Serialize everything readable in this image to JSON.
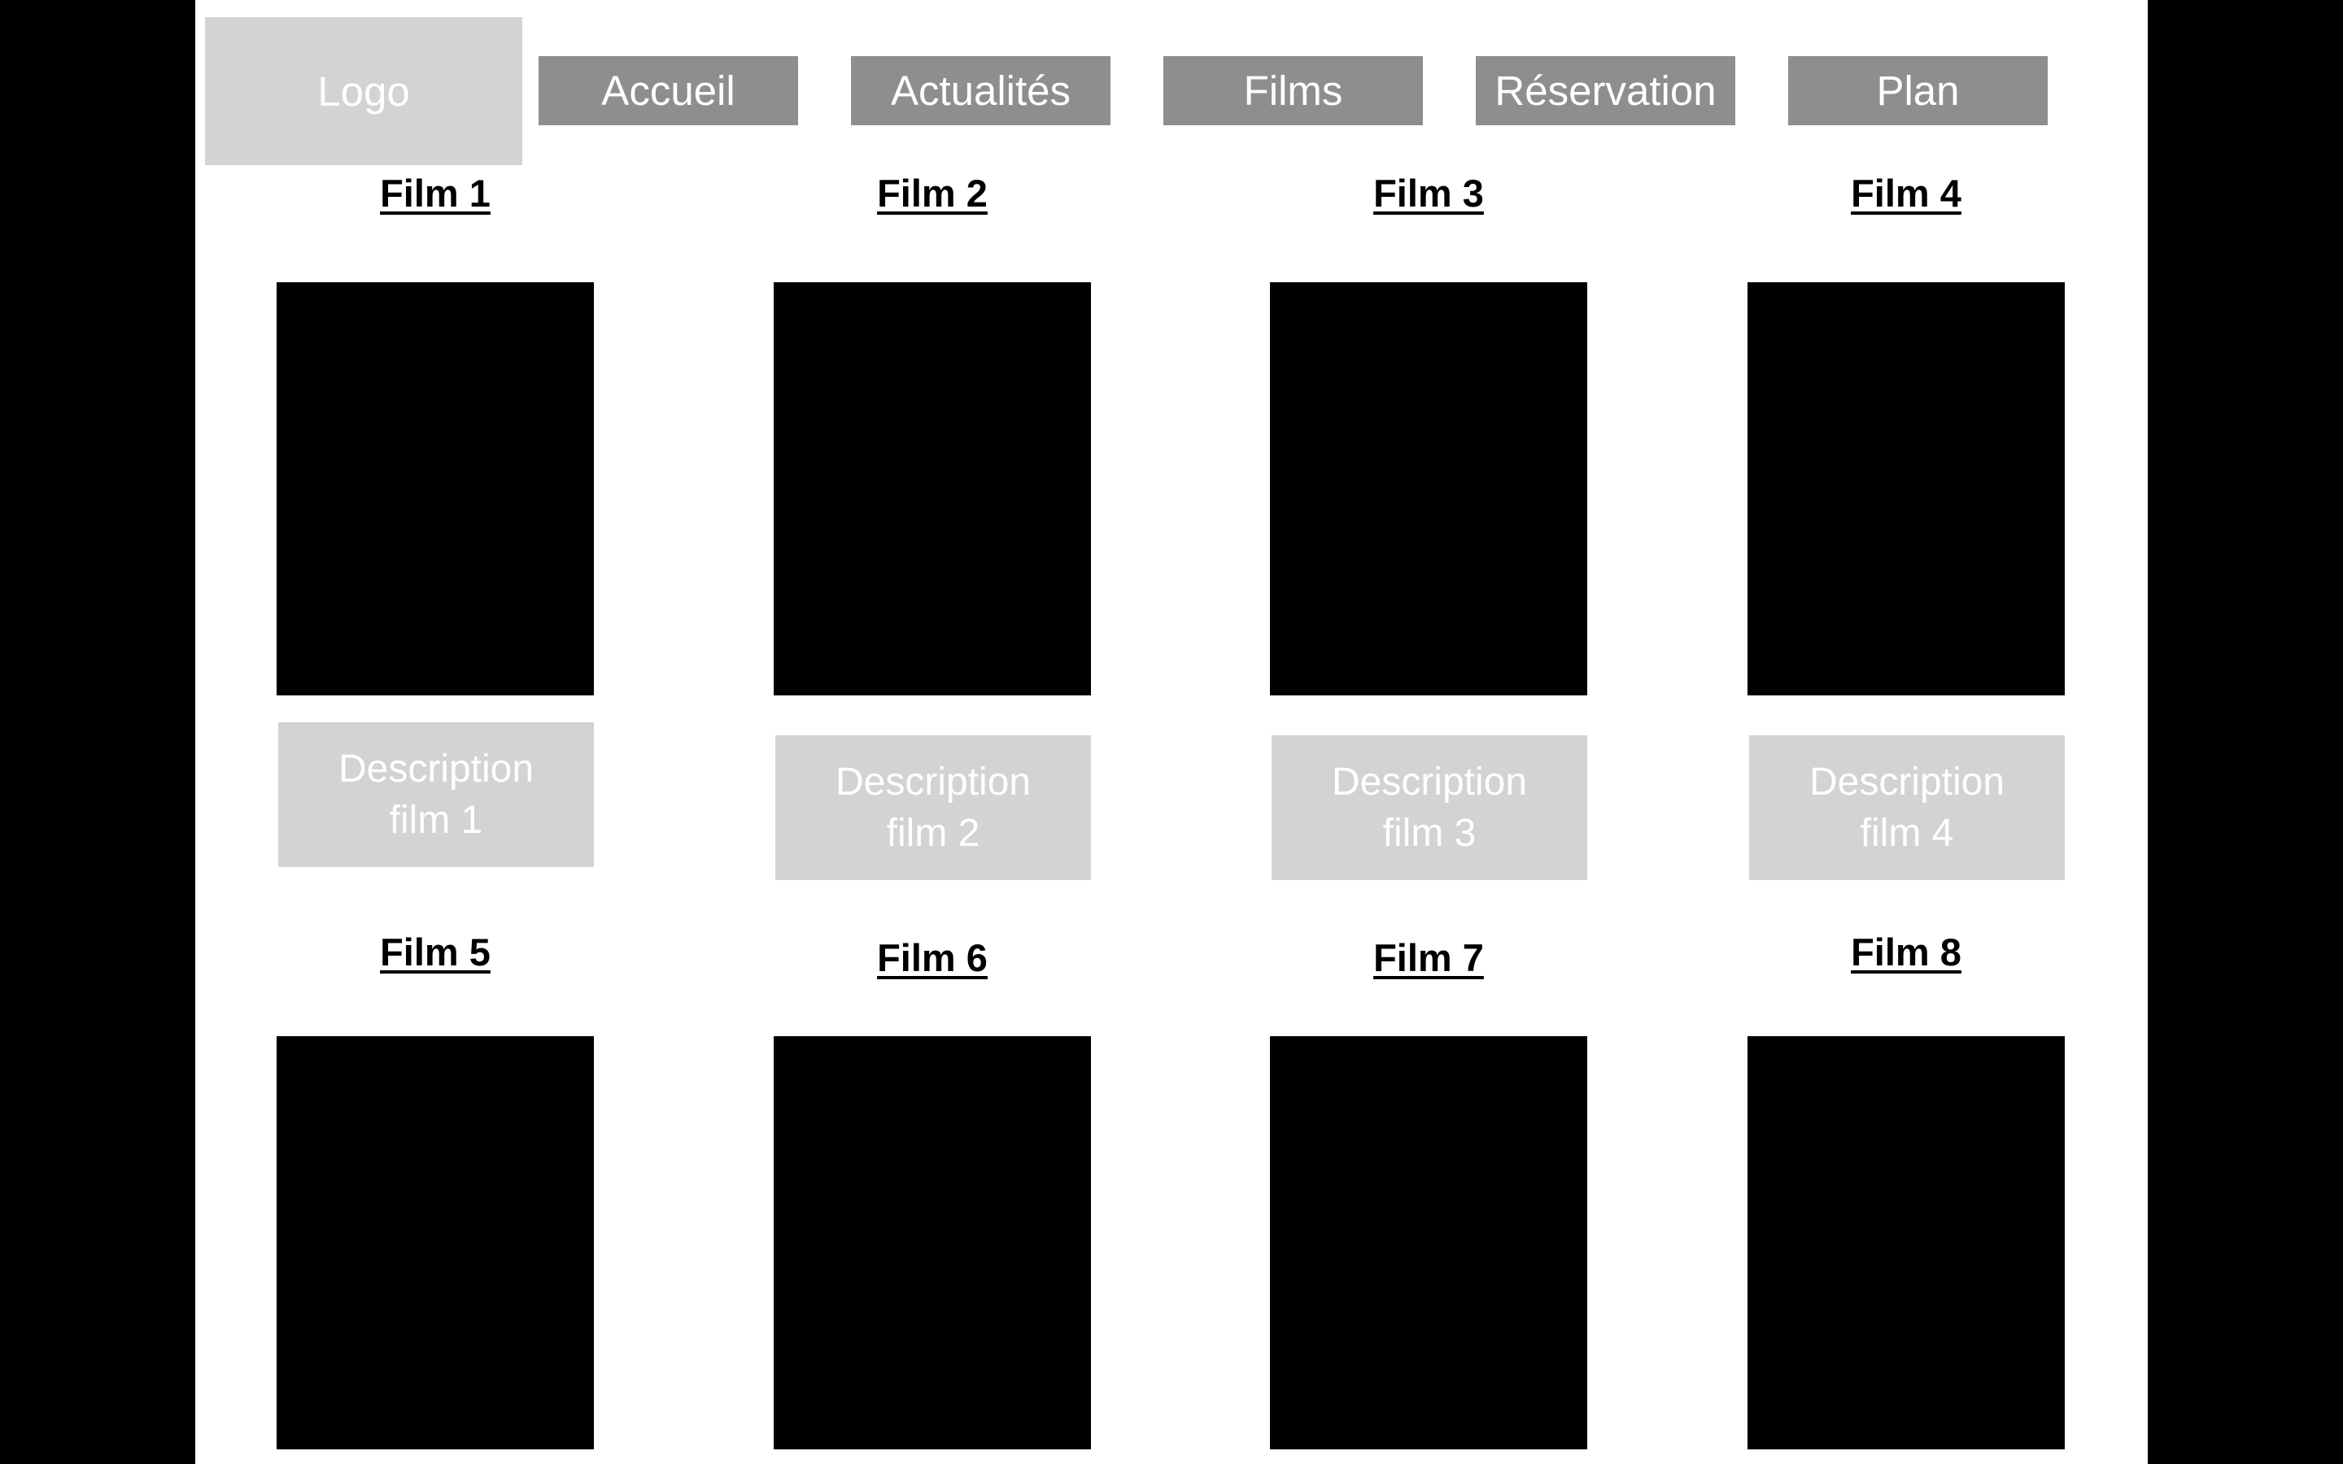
{
  "header": {
    "logo": "Logo",
    "nav": [
      "Accueil",
      "Actualités",
      "Films",
      "Réservation",
      "Plan"
    ]
  },
  "films": [
    {
      "title": "Film 1",
      "desc_line1": "Description",
      "desc_line2": "film 1"
    },
    {
      "title": "Film 2",
      "desc_line1": "Description",
      "desc_line2": "film 2"
    },
    {
      "title": "Film 3",
      "desc_line1": "Description",
      "desc_line2": "film 3"
    },
    {
      "title": "Film 4",
      "desc_line1": "Description",
      "desc_line2": "film 4"
    },
    {
      "title": "Film 5"
    },
    {
      "title": "Film 6"
    },
    {
      "title": "Film 7"
    },
    {
      "title": "Film 8"
    }
  ],
  "colors": {
    "side_background": "#000000",
    "page_background": "#ffffff",
    "logo_background": "#d3d3d3",
    "nav_background": "#8e8e8e",
    "poster": "#000000",
    "description_background": "#d3d3d3"
  }
}
